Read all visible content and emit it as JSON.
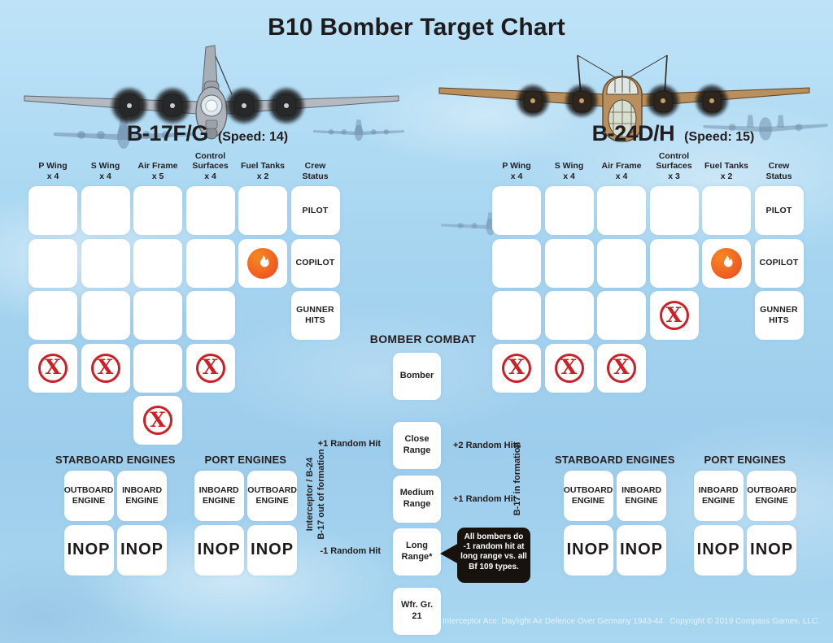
{
  "title": "B10 Bomber Target Chart",
  "icons": {
    "x_glyph": "X"
  },
  "colors": {
    "sky": "#a6d4f0",
    "box_white": "#ffffff",
    "x_red": "#cc2027",
    "fire_orange": "#f26f21",
    "bubble_black": "#18120f",
    "text_dark": "#231f20"
  },
  "bombers": [
    {
      "name": "B-17F/G",
      "speed": "(Speed: 14)",
      "columns": [
        {
          "label": "P Wing",
          "mult": "x 4"
        },
        {
          "label": "S Wing",
          "mult": "x 4"
        },
        {
          "label": "Air Frame",
          "mult": "x 5"
        },
        {
          "label": "Control\nSurfaces",
          "mult": "x 4"
        },
        {
          "label": "Fuel Tanks",
          "mult": "x 2"
        },
        {
          "label": "Crew\nStatus",
          "mult": ""
        }
      ],
      "grid": [
        [
          {
            "c": 0
          },
          {
            "c": 1
          },
          {
            "c": 2
          },
          {
            "c": 3
          },
          {
            "c": 4
          },
          {
            "c": 5,
            "label": "PILOT"
          }
        ],
        [
          {
            "c": 0
          },
          {
            "c": 1
          },
          {
            "c": 2
          },
          {
            "c": 3
          },
          {
            "c": 4,
            "icon": "fire"
          },
          {
            "c": 5,
            "label": "COPILOT"
          }
        ],
        [
          {
            "c": 0
          },
          {
            "c": 1
          },
          {
            "c": 2
          },
          {
            "c": 3
          },
          {
            "c": 5,
            "label": "GUNNER\nHITS"
          }
        ],
        [
          {
            "c": 0,
            "icon": "x"
          },
          {
            "c": 1,
            "icon": "x"
          },
          {
            "c": 2
          },
          {
            "c": 3,
            "icon": "x"
          }
        ],
        [
          {
            "c": 2,
            "icon": "x"
          }
        ]
      ]
    },
    {
      "name": "B-24D/H",
      "speed": "(Speed: 15)",
      "columns": [
        {
          "label": "P Wing",
          "mult": "x 4"
        },
        {
          "label": "S Wing",
          "mult": "x 4"
        },
        {
          "label": "Air Frame",
          "mult": "x 4"
        },
        {
          "label": "Control\nSurfaces",
          "mult": "x 3"
        },
        {
          "label": "Fuel Tanks",
          "mult": "x 2"
        },
        {
          "label": "Crew\nStatus",
          "mult": ""
        }
      ],
      "grid": [
        [
          {
            "c": 0
          },
          {
            "c": 1
          },
          {
            "c": 2
          },
          {
            "c": 3
          },
          {
            "c": 4
          },
          {
            "c": 5,
            "label": "PILOT"
          }
        ],
        [
          {
            "c": 0
          },
          {
            "c": 1
          },
          {
            "c": 2
          },
          {
            "c": 3
          },
          {
            "c": 4,
            "icon": "fire"
          },
          {
            "c": 5,
            "label": "COPILOT"
          }
        ],
        [
          {
            "c": 0
          },
          {
            "c": 1
          },
          {
            "c": 2
          },
          {
            "c": 3,
            "icon": "x"
          },
          {
            "c": 5,
            "label": "GUNNER\nHITS"
          }
        ],
        [
          {
            "c": 0,
            "icon": "x"
          },
          {
            "c": 1,
            "icon": "x"
          },
          {
            "c": 2,
            "icon": "x"
          }
        ]
      ]
    }
  ],
  "combat": {
    "heading": "BOMBER COMBAT",
    "box_bomber": "Bomber",
    "box_close": "Close\nRange",
    "box_medium": "Medium\nRange",
    "box_long": "Long\nRange*",
    "box_wfr": "Wfr. Gr.\n21",
    "label_close_left": "+1 Random Hit",
    "label_close_right": "+2 Random Hits",
    "label_medium_right": "+1 Random Hit",
    "label_long_left": "-1 Random Hit",
    "axis_left": "Interceptor / B-24\nB-17 out of formation",
    "axis_right": "B-17 in formation",
    "bubble_text": "All bombers do\n-1 random hit at\nlong range vs. all\nBf 109 types."
  },
  "engines": {
    "groups": [
      {
        "title": "STARBOARD ENGINES",
        "engines": [
          "OUTBOARD\nENGINE",
          "INBOARD\nENGINE"
        ]
      },
      {
        "title": "PORT ENGINES",
        "engines": [
          "INBOARD\nENGINE",
          "OUTBOARD\nENGINE"
        ]
      }
    ],
    "inop": "INOP"
  },
  "footer": {
    "credit": "Interceptor Ace: Daylight Air Defence Over Germany 1943-44   Copyright © 2019 Compass Games, LLC."
  }
}
